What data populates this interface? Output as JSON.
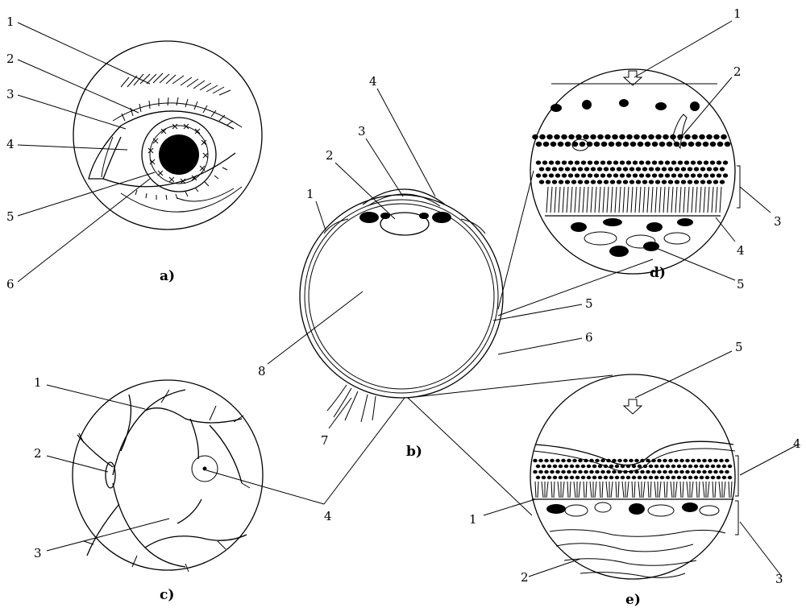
{
  "panels": {
    "a": {
      "caption": "a)",
      "labels": [
        "1",
        "2",
        "3",
        "4",
        "5",
        "6"
      ]
    },
    "b": {
      "caption": "b)",
      "labels": [
        "1",
        "2",
        "3",
        "4",
        "5",
        "6",
        "7",
        "8"
      ]
    },
    "c": {
      "caption": "c)",
      "labels": [
        "1",
        "2",
        "3",
        "4"
      ]
    },
    "d": {
      "caption": "d)",
      "labels": [
        "1",
        "2",
        "3",
        "4",
        "5"
      ]
    },
    "e": {
      "caption": "e)",
      "labels": [
        "1",
        "2",
        "3",
        "4",
        "5"
      ]
    }
  }
}
